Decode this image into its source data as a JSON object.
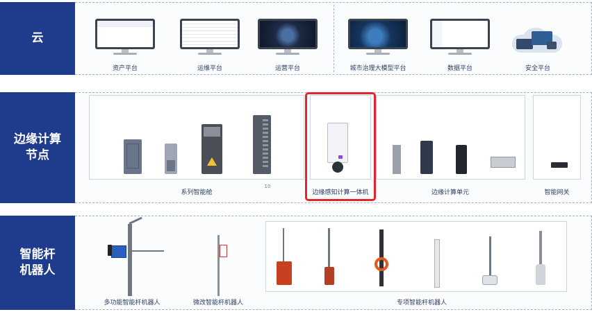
{
  "tiers": {
    "cloud": {
      "label": "云",
      "items": [
        "资产平台",
        "运维平台",
        "运营平台",
        "城市治理大模型平台",
        "数据平台",
        "安全平台"
      ]
    },
    "edge": {
      "label": "边缘计算\n节点",
      "groups": [
        "系列智能舱",
        "边缘感知计算一体机",
        "边缘计算单元",
        "智能网关"
      ],
      "note": "10"
    },
    "pole": {
      "label": "智能杆\n机器人",
      "groups": [
        "多功能智能杆机器人",
        "微改智能杆机器人",
        "专项智能杆机器人"
      ]
    }
  },
  "colors": {
    "tier_bg": "#1f3b8c",
    "highlight": "#e0262b"
  }
}
